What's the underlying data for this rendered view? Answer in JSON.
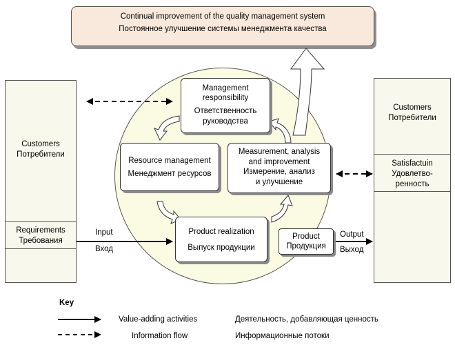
{
  "top_box": {
    "en": "Continual improvement of the quality management system",
    "ru": "Постоянное улучшение системы менеджмента качества"
  },
  "left_customers": {
    "en": "Customers",
    "ru": "Потребители",
    "requirements_en": "Requirements",
    "requirements_ru": "Требования"
  },
  "right_customers": {
    "en": "Customers",
    "ru": "Потребители",
    "satisfaction_1": "Satisfactuin",
    "satisfaction_2": "Удовлетво-",
    "satisfaction_3": "ренность"
  },
  "processes": {
    "management_1": "Management",
    "management_2": "responsibility",
    "management_3": "Ответственность",
    "management_4": "руководства",
    "resource_en": "Resource management",
    "resource_ru": "Менеджмент ресурсов",
    "measurement_1": "Measurement, analysis",
    "measurement_2": "and improvement",
    "measurement_3": "Измерение, анализ",
    "measurement_4": "и улучшение",
    "realization_en": "Product realization",
    "realization_ru": "Выпуск продукции",
    "product_en": "Product",
    "product_ru": "Продукция"
  },
  "flow_labels": {
    "input_en": "Input",
    "input_ru": "Вход",
    "output_en": "Output",
    "output_ru": "Выход"
  },
  "key": {
    "title": "Key",
    "solid_en": "Value-adding activities",
    "solid_ru": "Деятельность, добавляющая ценность",
    "dashed_en": "Information flow",
    "dashed_ru": "Информационные потоки"
  }
}
